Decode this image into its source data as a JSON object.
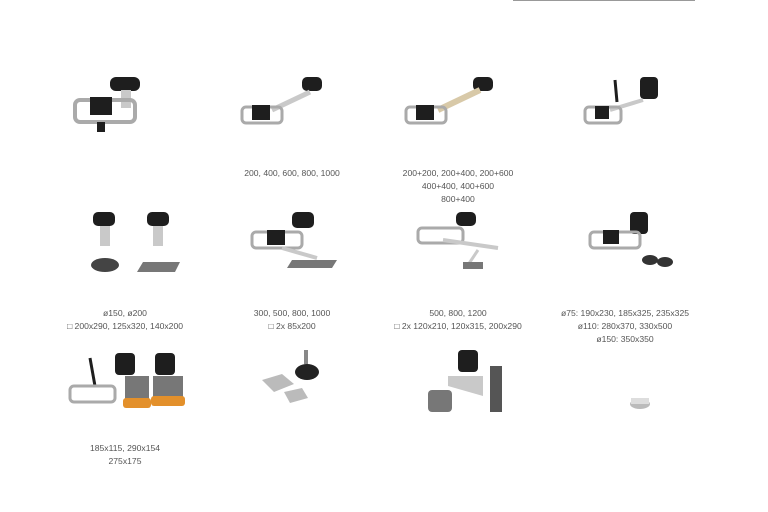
{
  "products": [
    {
      "name": "base-unit",
      "caption": []
    },
    {
      "name": "extension-arm",
      "caption": [
        "200, 400, 600, 800, 1000"
      ]
    },
    {
      "name": "double-extension-arm",
      "caption": [
        "200+200, 200+400, 200+600",
        "400+400, 400+600",
        "800+400"
      ]
    },
    {
      "name": "vertical-rod-unit",
      "caption": []
    },
    {
      "name": "round-suction-base",
      "caption": [
        "ø150, ø200",
        "□ 200x290, 125x320, 140x200"
      ]
    },
    {
      "name": "flat-pad-arm",
      "caption": [
        "300, 500, 800, 1000",
        "□ 2x 85x200"
      ]
    },
    {
      "name": "dual-pad-arm",
      "caption": [
        "500, 800, 1200",
        "□ 2x 120x210, 120x315, 200x290"
      ]
    },
    {
      "name": "twin-round-pads",
      "caption": [
        "ø75: 190x230, 185x325, 235x325",
        "ø110: 280x370, 330x500",
        "ø150: 350x350"
      ]
    },
    {
      "name": "orange-pad-units",
      "caption": [
        "185x115, 290x154",
        "275x175"
      ]
    },
    {
      "name": "mounting-plates",
      "caption": []
    },
    {
      "name": "wall-bracket",
      "caption": []
    },
    {
      "name": "small-spool",
      "caption": []
    }
  ]
}
